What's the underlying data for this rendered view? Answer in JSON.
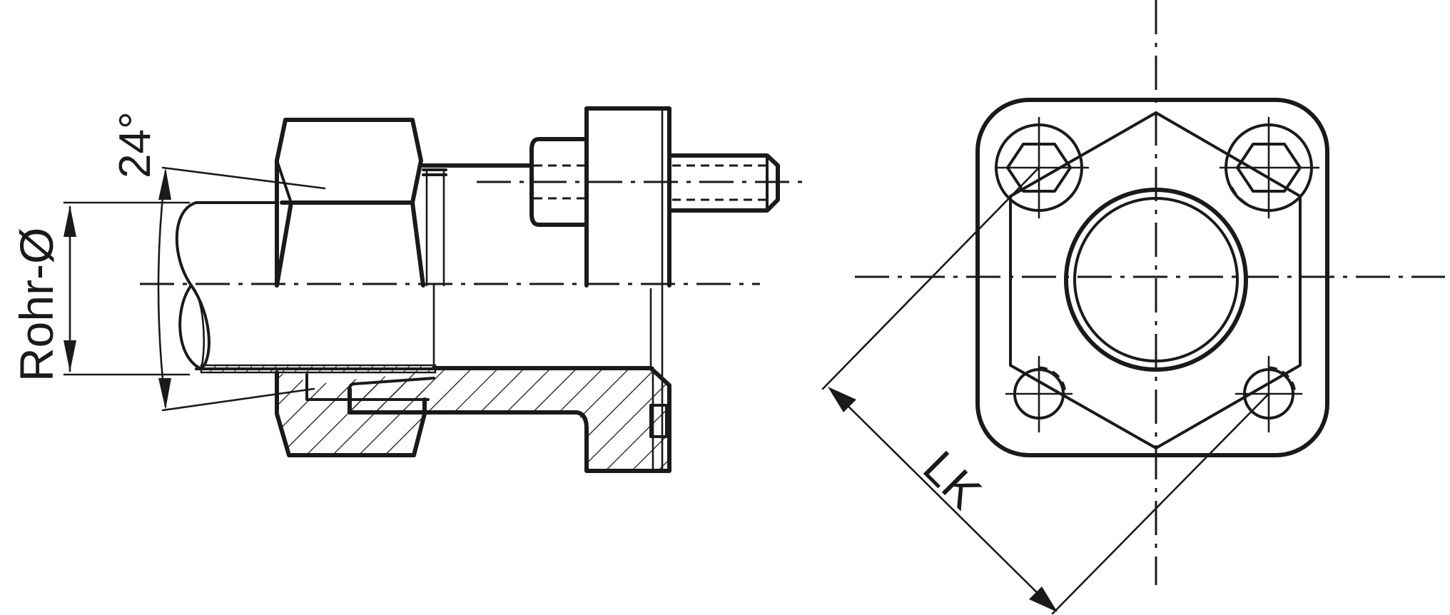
{
  "labels": {
    "tube_diameter": "Rohr-Ø",
    "cone_angle": "24°",
    "bolt_circle": "LK"
  },
  "colors": {
    "line": "#1a1a1a",
    "background": "#ffffff"
  }
}
